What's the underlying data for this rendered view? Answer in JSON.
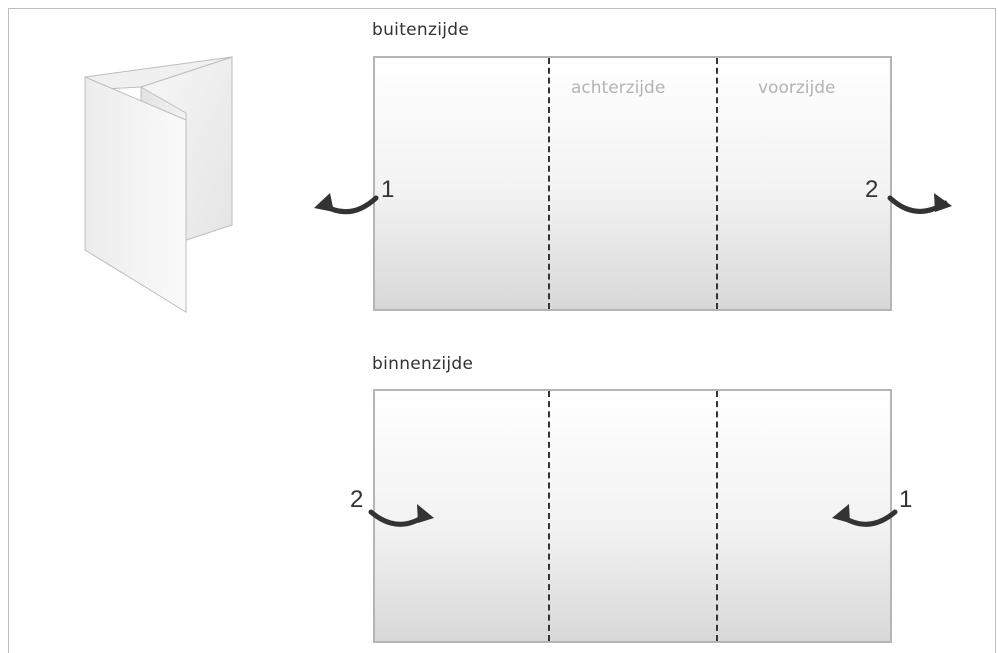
{
  "outside": {
    "label": "buitenzijde",
    "panels": {
      "back": "achterzijde",
      "front": "voorzijde"
    },
    "fold_left_number": "1",
    "fold_right_number": "2"
  },
  "inside": {
    "label": "binnenzijde",
    "fold_left_number": "2",
    "fold_right_number": "1"
  },
  "icons": {
    "folded_brochure": "tri-fold-brochure-icon",
    "fold_arrow": "curved-arrow-icon"
  },
  "colors": {
    "line": "#333333",
    "sheet_border": "#b5b5b5",
    "panel_label": "#b3b3b3"
  }
}
